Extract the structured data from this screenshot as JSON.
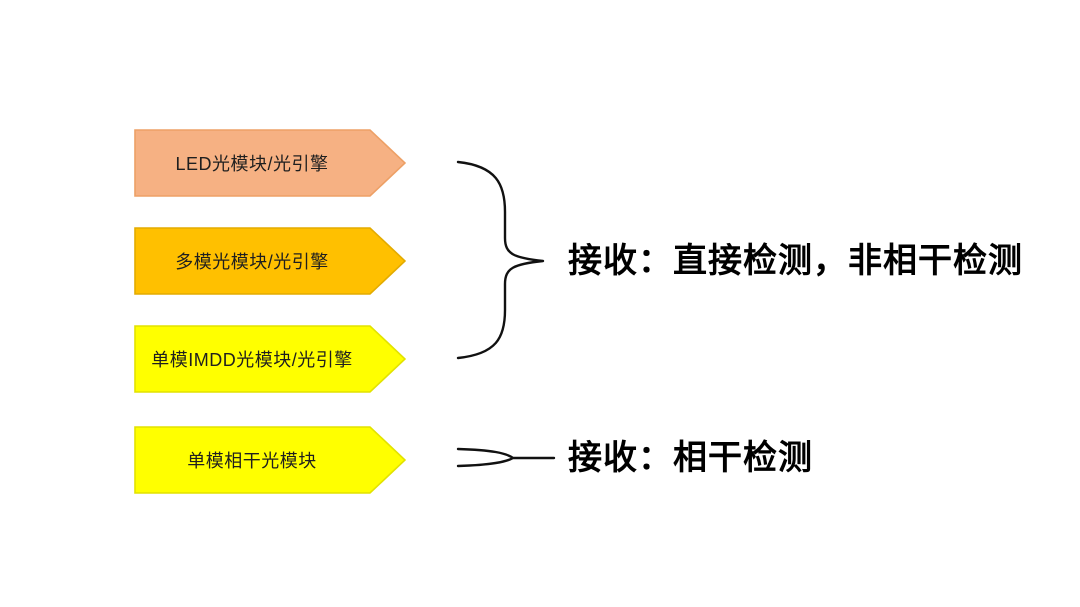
{
  "background": "#ffffff",
  "boxes": [
    {
      "label": "LED光模块/光引擎",
      "fill": "#F6B183",
      "stroke": "#EDA066"
    },
    {
      "label": "多模光模块/光引擎",
      "fill": "#FFC000",
      "stroke": "#E3AB00"
    },
    {
      "label": "单模IMDD光模块/光引擎",
      "fill": "#FFFF00",
      "stroke": "#E2E200"
    },
    {
      "label": "单模相干光模块",
      "fill": "#FFFF00",
      "stroke": "#E2E200"
    }
  ],
  "annotations": [
    {
      "label": "接收：直接检测，非相干检测"
    },
    {
      "label": "接收：相干检测"
    }
  ],
  "connector_color": "#111111",
  "text_color": "#000000"
}
